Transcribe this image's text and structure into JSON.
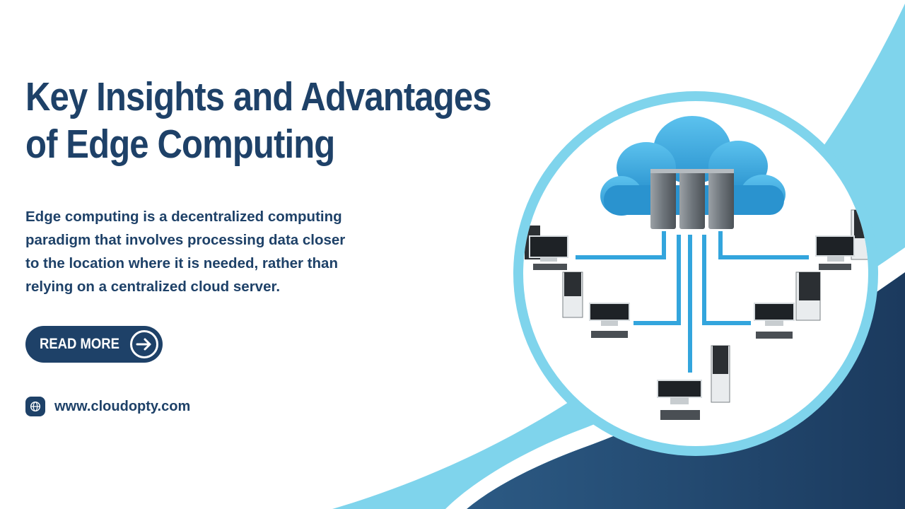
{
  "title_lines": [
    "Key Insights and Advantages",
    "of Edge Computing"
  ],
  "description_lines": [
    "Edge computing is a decentralized computing",
    "paradigm that involves processing data closer",
    "to the location where it is needed, rather than",
    "relying on a centralized cloud server."
  ],
  "cta": {
    "label": "READ MORE",
    "icon": "arrow-right-icon"
  },
  "website": {
    "icon": "globe-icon",
    "url": "www.cloudopty.com"
  },
  "illustration": {
    "subject": "cloud-server-network-icon"
  },
  "colors": {
    "navy": "#1e4168",
    "light_blue": "#7fd4ec",
    "cloud_blue": "#35a6dc",
    "background": "#ffffff"
  }
}
